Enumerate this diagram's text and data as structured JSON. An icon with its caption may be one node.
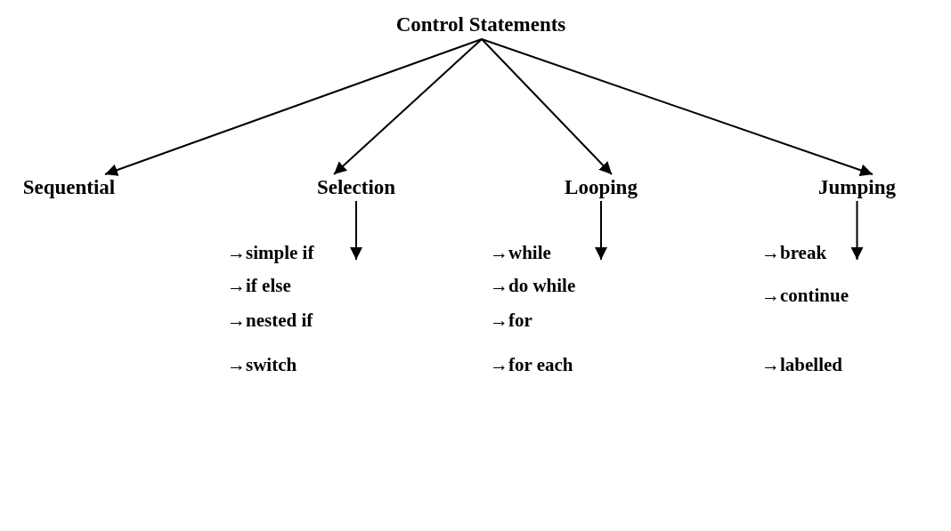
{
  "diagram": {
    "nodes": [
      {
        "text": [
          "Control Statements"
        ]
      },
      {
        "text": [
          "Sequential"
        ]
      },
      {
        "text": [
          "Selection"
        ]
      },
      {
        "text": [
          "Looping"
        ]
      },
      {
        "text": [
          "Jumping"
        ]
      }
    ],
    "edges": [
      {
        "from": 0,
        "to": 1,
        "arrow": "to"
      },
      {
        "from": 0,
        "to": 2,
        "arrow": "to"
      },
      {
        "from": 0,
        "to": 3,
        "arrow": "to"
      },
      {
        "from": 0,
        "to": 4,
        "arrow": "to"
      },
      {
        "from": 2,
        "to": null,
        "arrow": "to"
      },
      {
        "from": 3,
        "to": null,
        "arrow": "to"
      },
      {
        "from": 4,
        "to": null,
        "arrow": "to"
      }
    ],
    "labels": [
      "→simple if",
      "→while",
      "→break",
      "→if else",
      "→do while",
      "→continue",
      "→nested if",
      "→for",
      "→switch",
      "→for each",
      "→labelled"
    ]
  }
}
